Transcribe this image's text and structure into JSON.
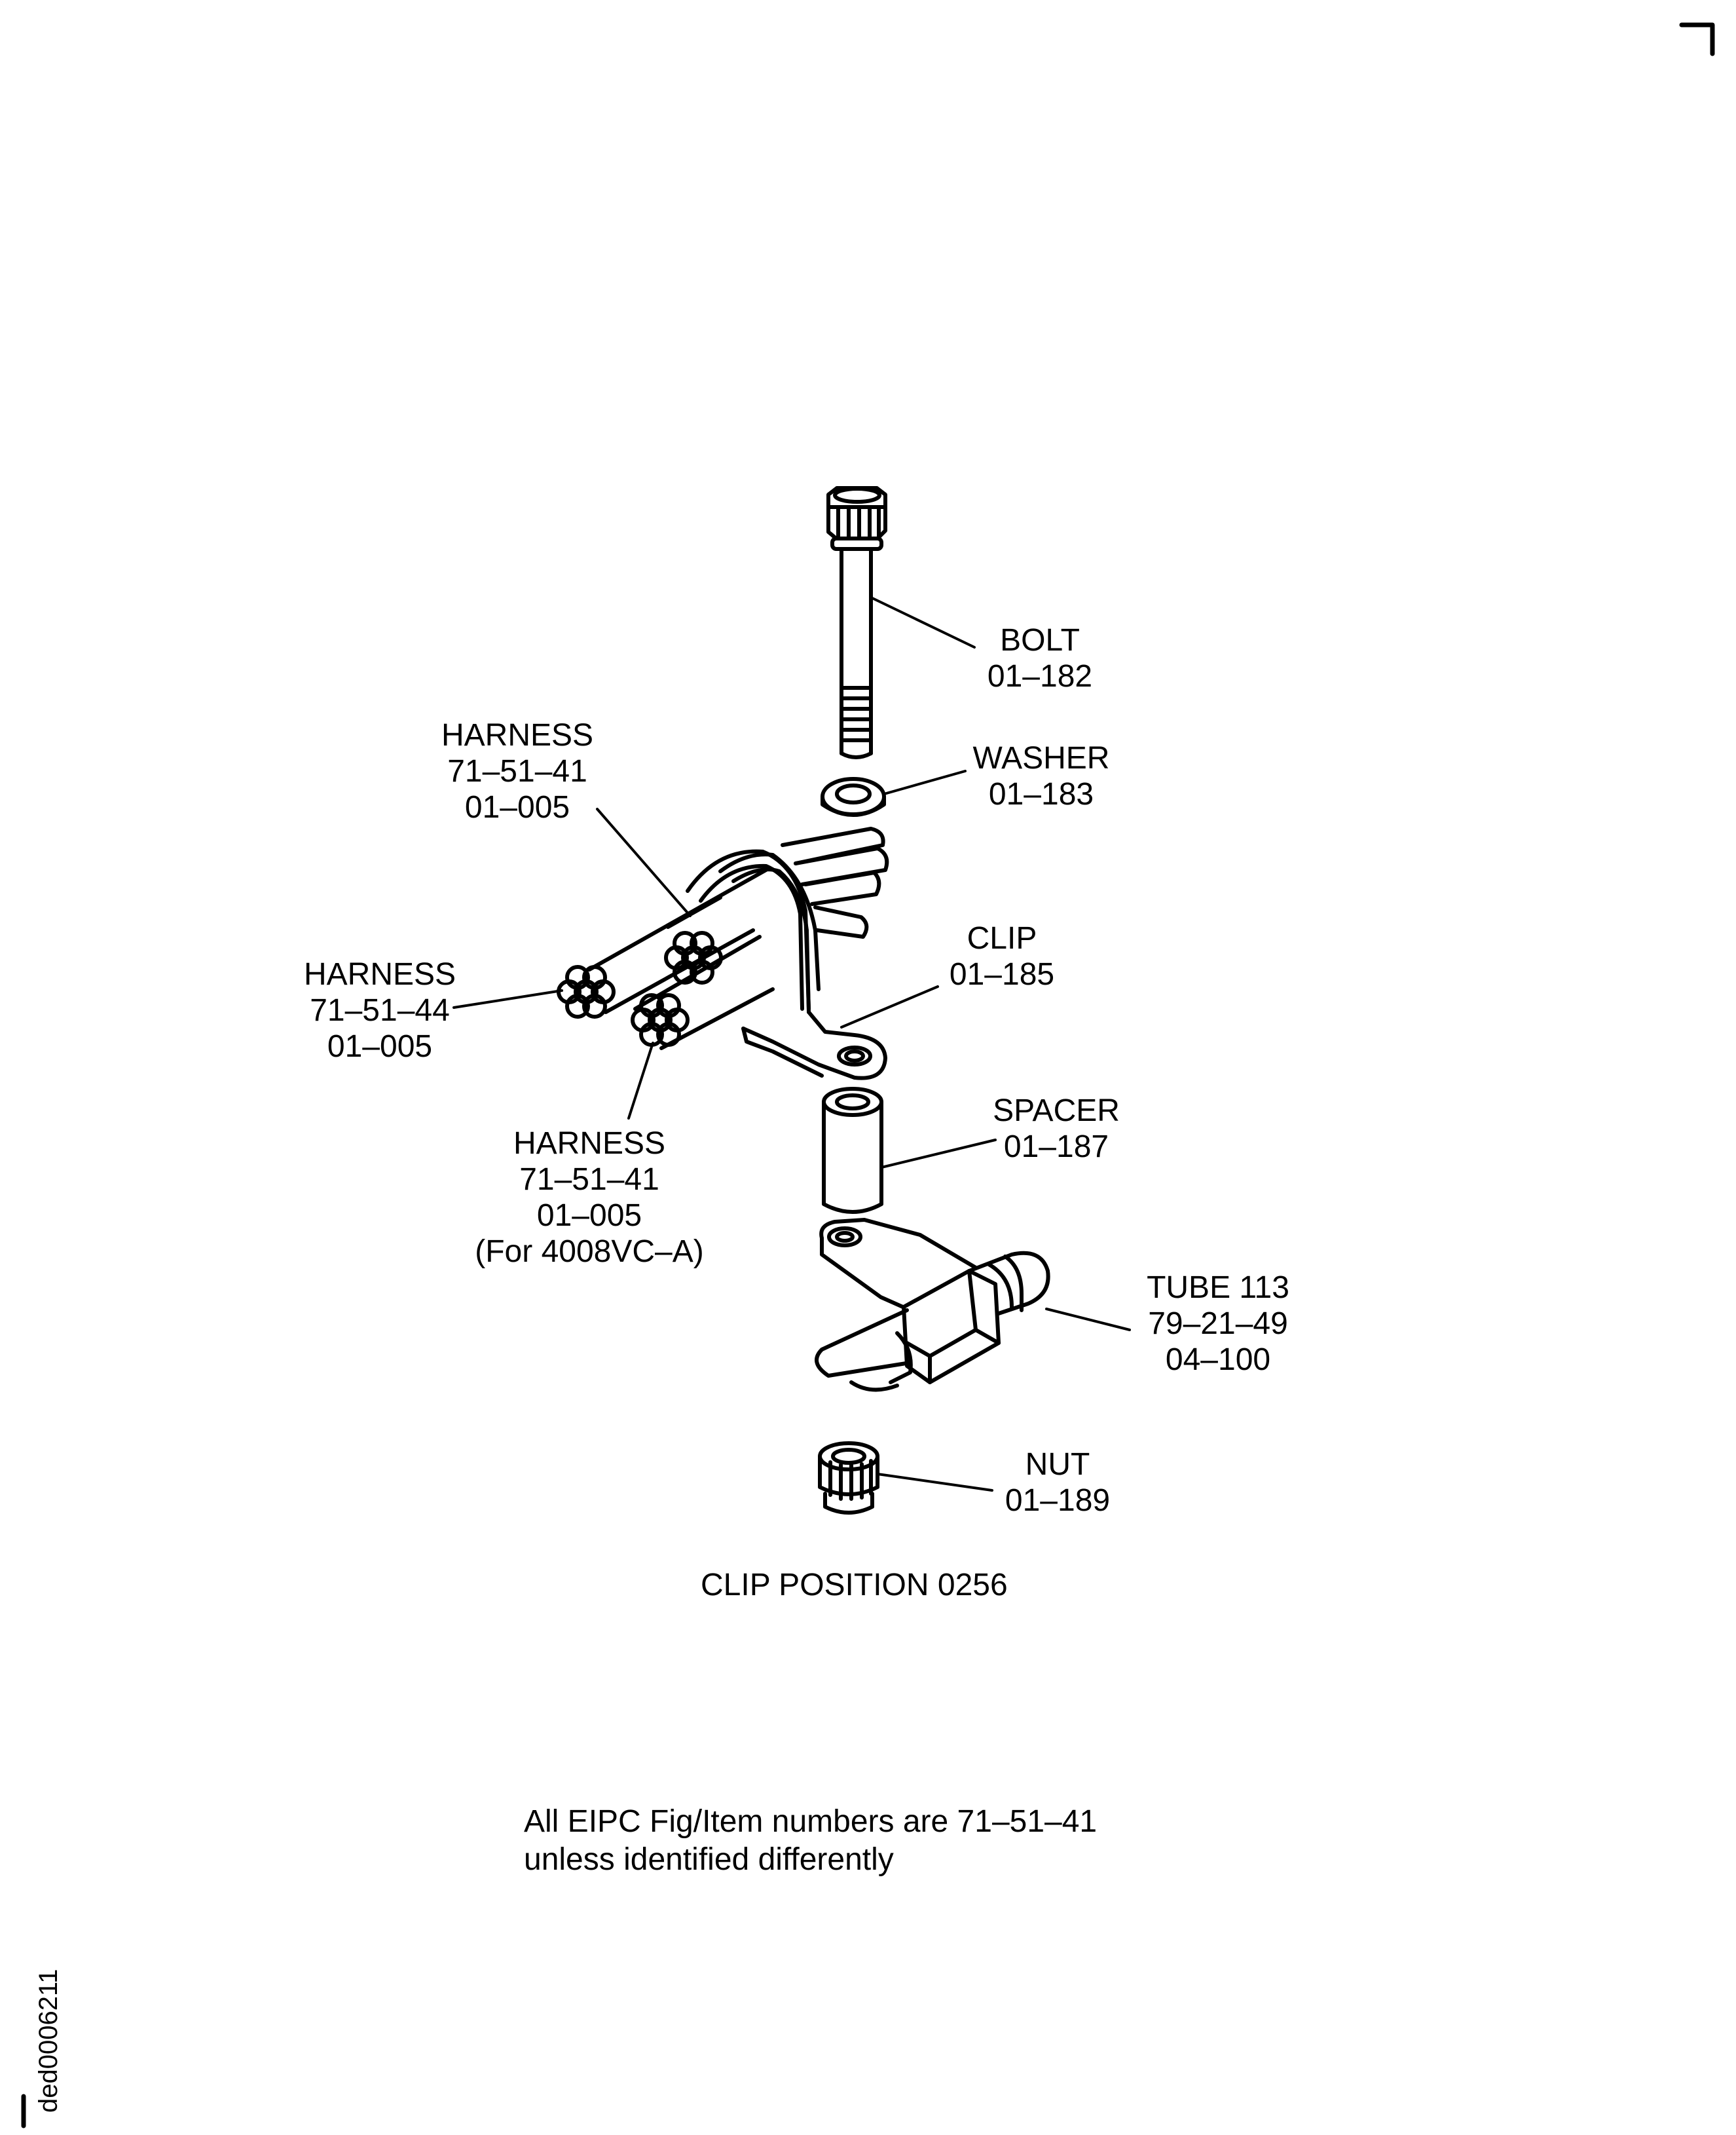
{
  "callouts": [
    {
      "id": "bolt",
      "lines": [
        "BOLT",
        "01–182"
      ]
    },
    {
      "id": "washer",
      "lines": [
        "WASHER",
        "01–183"
      ]
    },
    {
      "id": "harness-top",
      "lines": [
        "HARNESS",
        "71–51–41",
        "01–005"
      ]
    },
    {
      "id": "harness-left",
      "lines": [
        "HARNESS",
        "71–51–44",
        "01–005"
      ]
    },
    {
      "id": "clip",
      "lines": [
        "CLIP",
        "01–185"
      ]
    },
    {
      "id": "spacer",
      "lines": [
        "SPACER",
        "01–187"
      ]
    },
    {
      "id": "harness-bottom",
      "lines": [
        "HARNESS",
        "71–51–41",
        "01–005",
        "(For 4008VC–A)"
      ]
    },
    {
      "id": "tube",
      "lines": [
        "TUBE 113",
        "79–21–49",
        "04–100"
      ]
    },
    {
      "id": "nut",
      "lines": [
        "NUT",
        "01–189"
      ]
    }
  ],
  "title": "CLIP POSITION 0256",
  "note": {
    "line1": "All EIPC Fig/Item numbers are 71–51–41",
    "line2": "unless identified differently"
  },
  "sheet_id": "ded0006211"
}
